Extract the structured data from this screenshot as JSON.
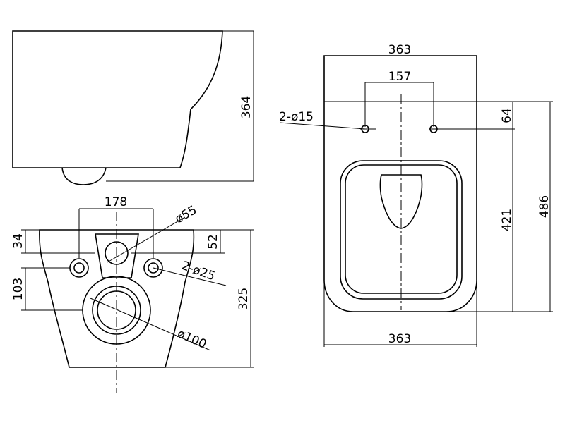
{
  "side_view": {
    "height": "364"
  },
  "rear_view": {
    "bolt_spacing": "178",
    "inlet_diameter": "ø55",
    "inlet_offset": "52",
    "top_offset": "34",
    "bolt_height": "103",
    "total_height": "325",
    "bolt_holes": "2-ø25",
    "outlet_diameter": "ø100"
  },
  "top_view": {
    "width_top": "363",
    "width_bottom": "363",
    "hole_spacing": "157",
    "holes": "2-ø15",
    "hole_offset": "64",
    "bowl_length": "421",
    "total_length": "486"
  }
}
